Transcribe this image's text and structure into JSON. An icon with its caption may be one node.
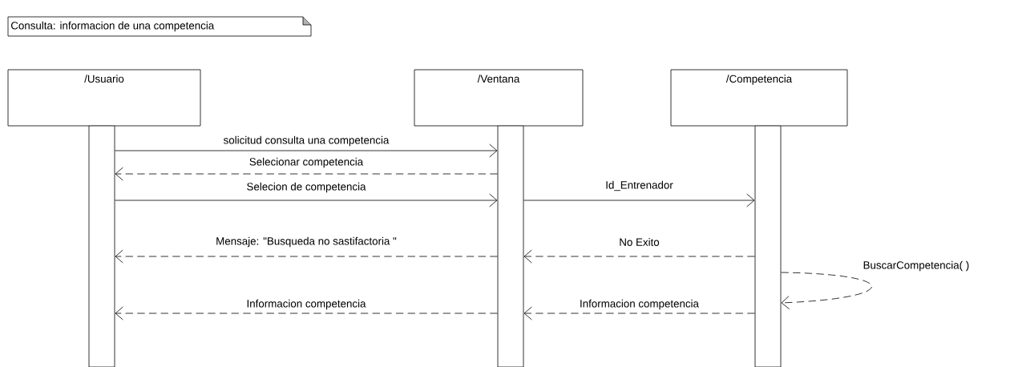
{
  "diagram": {
    "title": "Consulta: informacion de una competencia",
    "nodes": [
      {
        "text": [
          "/Usuario"
        ]
      },
      {
        "text": [
          "/Ventana"
        ]
      },
      {
        "text": [
          "/Competencia"
        ]
      },
      {
        "text": [],
        "shape": "bar"
      },
      {
        "text": [],
        "shape": "bar"
      },
      {
        "text": [],
        "shape": "bar"
      }
    ],
    "edges": [
      {
        "from": 3,
        "to": 4,
        "arrow": "to",
        "label": "solicitud consulta una competencia"
      },
      {
        "from": 4,
        "to": 3,
        "arrow": "to",
        "label": "Selecionar competencia",
        "style": "dashed"
      },
      {
        "from": 3,
        "to": 4,
        "arrow": "to",
        "label": "Selecion de competencia"
      },
      {
        "from": 4,
        "to": 5,
        "arrow": "to",
        "label": "Id_Entrenador"
      },
      {
        "from": 5,
        "to": 4,
        "arrow": "to",
        "label": "No Exito",
        "style": "dashed"
      },
      {
        "from": 4,
        "to": 3,
        "arrow": "to",
        "label": "Mensaje: \"Busqueda no sastifactoria \"",
        "style": "dashed"
      },
      {
        "from": 5,
        "to": 5,
        "arrow": "to",
        "label": "BuscarCompetencia( )",
        "style": "dashed"
      },
      {
        "from": 5,
        "to": 4,
        "arrow": "to",
        "label": "Informacion competencia",
        "style": "dashed"
      },
      {
        "from": 4,
        "to": 3,
        "arrow": "to",
        "label": "Informacion competencia",
        "style": "dashed"
      }
    ]
  }
}
